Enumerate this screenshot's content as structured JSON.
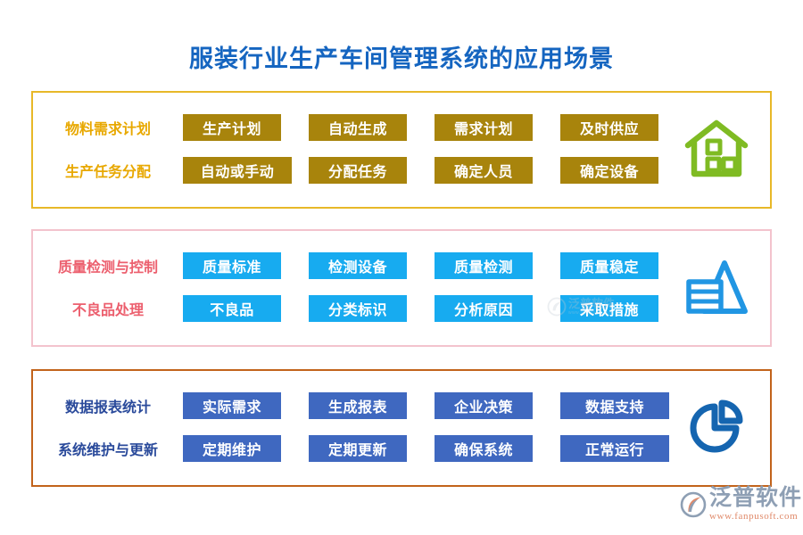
{
  "page": {
    "title": "服装行业生产车间管理系统的应用场景",
    "title_color": "#1565c0",
    "background": "#ffffff"
  },
  "sections": [
    {
      "id": "material-production",
      "border_color": "#e8b828",
      "label_color": "#e8a800",
      "chip_color": "#a8840c",
      "icon": "warehouse-house-icon",
      "icon_color": "#7fbb23",
      "rows": [
        {
          "label": "物料需求计划",
          "chips": [
            "生产计划",
            "自动生成",
            "需求计划",
            "及时供应"
          ]
        },
        {
          "label": "生产任务分配",
          "chips": [
            "自动或手动",
            "分配任务",
            "确定人员",
            "确定设备"
          ]
        }
      ]
    },
    {
      "id": "quality-control",
      "border_color": "#f3c3cd",
      "label_color": "#ec5f6e",
      "chip_color": "#17abf0",
      "icon": "report-cone-icon",
      "icon_color": "#2196e3",
      "rows": [
        {
          "label": "质量检测与控制",
          "chips": [
            "质量标准",
            "检测设备",
            "质量检测",
            "质量稳定"
          ]
        },
        {
          "label": "不良品处理",
          "chips": [
            "不良品",
            "分类标识",
            "分析原因",
            "采取措施"
          ]
        }
      ]
    },
    {
      "id": "report-maintenance",
      "border_color": "#c2631b",
      "label_color": "#2a4a9b",
      "chip_color": "#3f68c0",
      "icon": "pie-chart-icon",
      "icon_color": "#1565b0",
      "rows": [
        {
          "label": "数据报表统计",
          "chips": [
            "实际需求",
            "生成报表",
            "企业决策",
            "数据支持"
          ]
        },
        {
          "label": "系统维护与更新",
          "chips": [
            "定期维护",
            "定期更新",
            "确保系统",
            "正常运行"
          ]
        }
      ]
    }
  ],
  "watermark": {
    "name": "泛普软件",
    "url": "www.fanpusoft.com"
  },
  "brand": {
    "name": "泛普软件",
    "url": "www.fanpusoft.com",
    "name_color": "#8e9fb4",
    "url_color": "#e08a6a"
  }
}
